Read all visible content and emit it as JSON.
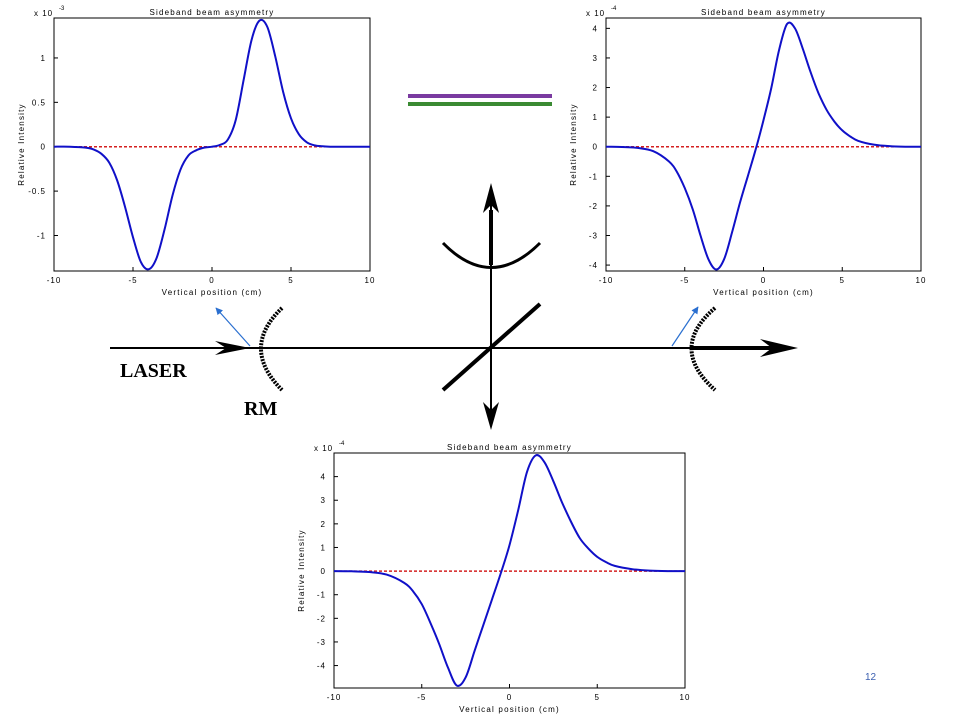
{
  "colors": {
    "curve": "#1010c8",
    "baseline": "#d42020",
    "legend_purple": "#7a3aa0",
    "legend_green": "#3a8a32",
    "arrow_blue": "#2a6fd0"
  },
  "diagram": {
    "laser_label": "LASER",
    "rm_label": "RM"
  },
  "page_number": "12",
  "chart_data": [
    {
      "type": "line",
      "title": "Sideband beam asymmetry",
      "xlabel": "Vertical position (cm)",
      "ylabel": "Relative Intensity",
      "y_exponent_label": "x 10",
      "y_exponent": "-3",
      "xlim": [
        -10,
        10
      ],
      "ylim": [
        -1.4,
        1.45
      ],
      "xticks": [
        "-10",
        "-5",
        "0",
        "5",
        "10"
      ],
      "yticks": [
        {
          "value": -1,
          "label": "-1"
        },
        {
          "value": -0.5,
          "label": "-0.5"
        },
        {
          "value": 0,
          "label": "0"
        },
        {
          "value": 0.5,
          "label": "0.5"
        },
        {
          "value": 1,
          "label": "1"
        }
      ],
      "series": [
        {
          "x": [
            -10,
            -9,
            -8,
            -7.5,
            -7,
            -6.5,
            -6,
            -5.5,
            -5,
            -4.5,
            -4,
            -3.5,
            -3,
            -2.5,
            -2,
            -1.5,
            -1,
            -0.5,
            0,
            0.5,
            1,
            1.5,
            2,
            2.5,
            3,
            3.5,
            4,
            4.5,
            5,
            5.5,
            6,
            6.5,
            7,
            7.5,
            8,
            9,
            10
          ],
          "y": [
            0,
            0,
            -0.01,
            -0.03,
            -0.08,
            -0.18,
            -0.38,
            -0.68,
            -1.02,
            -1.3,
            -1.38,
            -1.25,
            -0.93,
            -0.55,
            -0.26,
            -0.1,
            -0.04,
            -0.01,
            0,
            0.02,
            0.08,
            0.3,
            0.75,
            1.2,
            1.42,
            1.35,
            1.02,
            0.62,
            0.32,
            0.14,
            0.05,
            0.015,
            0.005,
            0,
            0,
            0,
            0
          ]
        },
        {
          "x": [
            -10,
            10
          ],
          "y": [
            0,
            0
          ]
        }
      ]
    },
    {
      "type": "line",
      "title": "Sideband beam asymmetry",
      "xlabel": "Vertical position (cm)",
      "ylabel": "Relative Intensity",
      "y_exponent_label": "x 10",
      "y_exponent": "-4",
      "xlim": [
        -10,
        10
      ],
      "ylim": [
        -4.2,
        4.35
      ],
      "xticks": [
        "-10",
        "-5",
        "0",
        "5",
        "10"
      ],
      "yticks": [
        {
          "value": -4,
          "label": "-4"
        },
        {
          "value": -3,
          "label": "-3"
        },
        {
          "value": -2,
          "label": "-2"
        },
        {
          "value": -1,
          "label": "-1"
        },
        {
          "value": 0,
          "label": "0"
        },
        {
          "value": 1,
          "label": "1"
        },
        {
          "value": 2,
          "label": "2"
        },
        {
          "value": 3,
          "label": "3"
        },
        {
          "value": 4,
          "label": "4"
        }
      ],
      "series": [
        {
          "x": [
            -10,
            -9,
            -8,
            -7,
            -6,
            -5.5,
            -5,
            -4.5,
            -4,
            -3.5,
            -3,
            -2.5,
            -2,
            -1.5,
            -1,
            -0.5,
            0,
            0.5,
            1,
            1.5,
            2,
            2.5,
            3,
            3.5,
            4,
            4.5,
            5,
            5.5,
            6,
            7,
            8,
            9,
            10
          ],
          "y": [
            0,
            -0.01,
            -0.04,
            -0.15,
            -0.5,
            -0.85,
            -1.4,
            -2.1,
            -3.0,
            -3.8,
            -4.15,
            -3.8,
            -2.9,
            -1.9,
            -1.0,
            -0.1,
            0.9,
            2.0,
            3.3,
            4.15,
            4.0,
            3.3,
            2.5,
            1.8,
            1.25,
            0.85,
            0.55,
            0.35,
            0.2,
            0.07,
            0.02,
            0,
            0
          ]
        },
        {
          "x": [
            -10,
            10
          ],
          "y": [
            0,
            0
          ]
        }
      ]
    },
    {
      "type": "line",
      "title": "Sideband beam asymmetry",
      "xlabel": "Vertical position (cm)",
      "ylabel": "Relative Intensity",
      "y_exponent_label": "x 10",
      "y_exponent": "-4",
      "xlim": [
        -10,
        10
      ],
      "ylim": [
        -4.95,
        5.0
      ],
      "xticks": [
        "-10",
        "-5",
        "0",
        "5",
        "10"
      ],
      "yticks": [
        {
          "value": -4,
          "label": "-4"
        },
        {
          "value": -3,
          "label": "-3"
        },
        {
          "value": -2,
          "label": "-2"
        },
        {
          "value": -1,
          "label": "-1"
        },
        {
          "value": 0,
          "label": "0"
        },
        {
          "value": 1,
          "label": "1"
        },
        {
          "value": 2,
          "label": "2"
        },
        {
          "value": 3,
          "label": "3"
        },
        {
          "value": 4,
          "label": "4"
        }
      ],
      "series": [
        {
          "x": [
            -10,
            -9,
            -8,
            -7,
            -6,
            -5.5,
            -5,
            -4.5,
            -4,
            -3.5,
            -3,
            -2.5,
            -2,
            -1.5,
            -1,
            -0.5,
            0,
            0.5,
            1,
            1.5,
            2,
            2.5,
            3,
            3.5,
            4,
            4.5,
            5,
            5.5,
            6,
            7,
            8,
            9,
            10
          ],
          "y": [
            0,
            -0.01,
            -0.04,
            -0.15,
            -0.5,
            -0.85,
            -1.4,
            -2.2,
            -3.1,
            -4.1,
            -4.85,
            -4.5,
            -3.4,
            -2.3,
            -1.2,
            -0.1,
            1.1,
            2.6,
            4.2,
            4.9,
            4.6,
            3.8,
            2.9,
            2.1,
            1.4,
            0.95,
            0.6,
            0.38,
            0.22,
            0.08,
            0.02,
            0,
            0
          ]
        },
        {
          "x": [
            -10,
            10
          ],
          "y": [
            0,
            0
          ]
        }
      ]
    }
  ]
}
